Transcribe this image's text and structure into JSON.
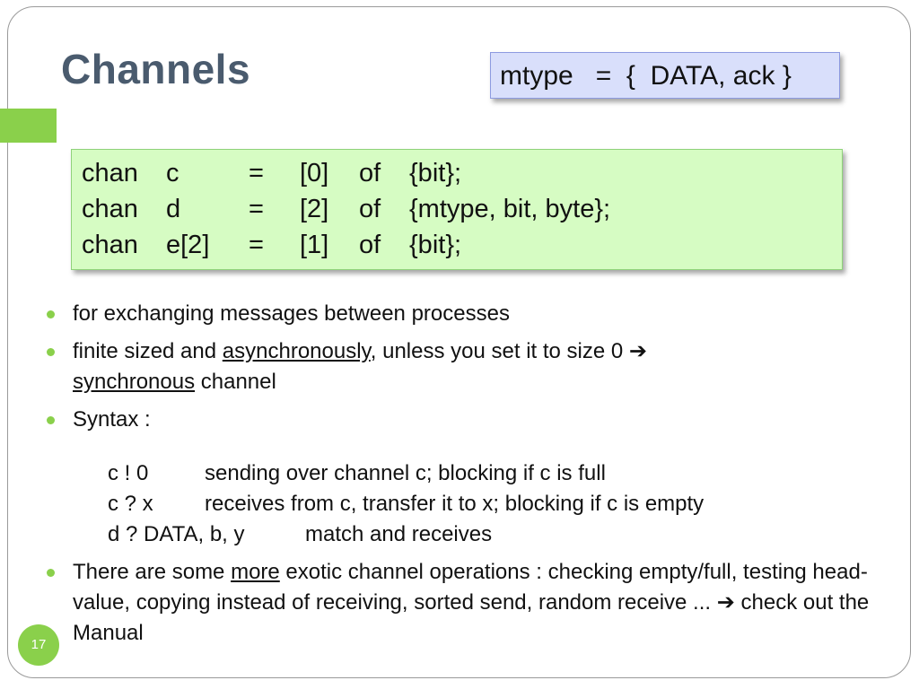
{
  "slide": {
    "title": "Channels",
    "mtype_decl": "mtype   =  {  DATA, ack }",
    "page_number": "17"
  },
  "chan_decls": [
    {
      "kw": "chan",
      "name": "c",
      "eq": "=",
      "size": "[0]",
      "of": "of",
      "type": "{bit};"
    },
    {
      "kw": "chan",
      "name": "d",
      "eq": "=",
      "size": "[2]",
      "of": "of",
      "type": "{mtype, bit, byte};"
    },
    {
      "kw": "chan",
      "name": "e[2]",
      "eq": "=",
      "size": "[1]",
      "of": "of",
      "type": "{bit};"
    }
  ],
  "bullets": {
    "b1": "for exchanging messages between processes",
    "b2_pre": "finite sized and ",
    "b2_u1": "asynchronously",
    "b2_mid": ", unless you set it to size 0 ",
    "b2_arrow": "➔",
    "b2_u2": "synchronous",
    "b2_post": " channel",
    "b3": "Syntax :",
    "b4_pre": "There are some ",
    "b4_u": "more",
    "b4_post": " exotic channel operations : checking empty/full, testing head-value, copying instead of receiving, sorted send, random receive ... ",
    "b4_arrow": "➔",
    "b4_end": " check out the Manual"
  },
  "syntax": [
    {
      "code": "c ! 0",
      "desc": "sending over channel c; blocking if c is full"
    },
    {
      "code": "c ? x",
      "desc": "receives from c, transfer it to x; blocking if c is empty"
    },
    {
      "code": "d ? DATA, b, y",
      "desc": "match and receives"
    }
  ],
  "colors": {
    "accent_green": "#8ad04b",
    "title_color": "#4a5b6e",
    "mtype_box_bg": "#d9dffb",
    "chan_box_bg": "#d6fcc3"
  }
}
